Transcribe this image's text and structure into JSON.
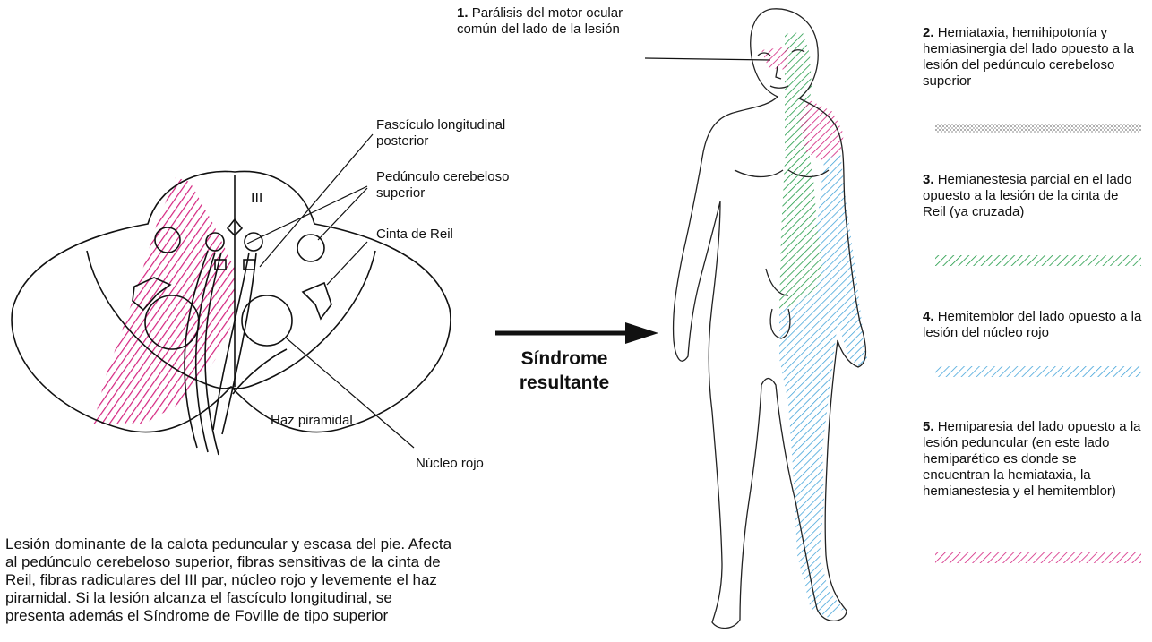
{
  "label_1": {
    "num": "1.",
    "text": "Parálisis del motor ocular común del lado de la lesión"
  },
  "brain_labels": {
    "fasciculo": "Fascículo longitudinal posterior",
    "pedunculo": "Pedúnculo cerebeloso superior",
    "cinta": "Cinta de Reil",
    "nervio": "III",
    "haz": "Haz piramidal",
    "nucleo": "Núcleo rojo"
  },
  "arrow_label": {
    "line1": "Síndrome",
    "line2": "resultante"
  },
  "caption": "Lesión dominante de la calota peduncular y escasa del pie. Afecta al pedúnculo cerebeloso superior, fibras sensitivas de la cinta de Reil, fibras radiculares del III par, núcleo rojo y levemente el haz piramidal. Si la lesión alcanza el fascículo longitudinal, se presenta además el Síndrome de Foville de tipo superior",
  "right_items": [
    {
      "num": "2.",
      "text": "Hemiataxia, hemihipotonía y hemiasinergia del lado opuesto a la lesión del pedúnculo cerebeloso superior",
      "swatch": "gray-dotted"
    },
    {
      "num": "3.",
      "text": "Hemianestesia parcial en el lado opuesto a la lesión de la cinta de Reil (ya cruzada)",
      "swatch": "green-hatch"
    },
    {
      "num": "4.",
      "text": "Hemitemblor del lado opuesto a la lesión del núcleo rojo",
      "swatch": "blue-hatch"
    },
    {
      "num": "5.",
      "text": "Hemiparesia del lado opuesto a la lesión peduncular (en este lado hemiparético es donde se encuentran la hemiataxia, la hemianestesia y el hemitemblor)",
      "swatch": "magenta-hatch"
    }
  ],
  "colors": {
    "magenta": "#d4237f",
    "green": "#1f9a45",
    "blue": "#3a9fd8",
    "gray": "#a8a8a8"
  }
}
